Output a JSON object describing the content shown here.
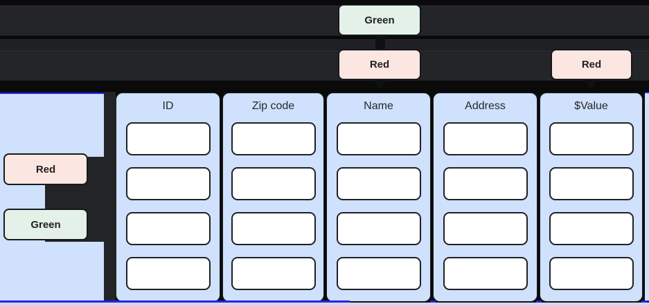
{
  "tags": {
    "top_green": "Green",
    "top_red_name": "Red",
    "top_red_value": "Red",
    "left_red": "Red",
    "left_green": "Green"
  },
  "columns": [
    {
      "header": "ID",
      "cell_count": 4
    },
    {
      "header": "Zip code",
      "cell_count": 4
    },
    {
      "header": "Name",
      "cell_count": 4
    },
    {
      "header": "Address",
      "cell_count": 4
    },
    {
      "header": "$Value",
      "cell_count": 4
    }
  ],
  "colors": {
    "page_bg": "#0a0a0b",
    "dark_row_bg": "#232529",
    "column_panel_blue": "#cfe1fc",
    "highlight_blue_border": "#2525e0",
    "lavender_strip": "#d8d5ef",
    "badge_red_bg": "#fce6e2",
    "badge_green_bg": "#e4f1e8",
    "badge_border": "#17191d",
    "cell_bg": "#ffffff"
  }
}
